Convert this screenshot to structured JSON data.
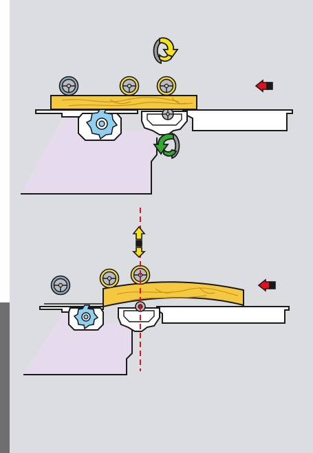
{
  "colors": {
    "page_background": "#ffffff",
    "panel_background": "#dcdde0",
    "left_side_tab": "#6e6e70",
    "machine_body": "#e5dbec",
    "outline": "#1a1a1a",
    "steel_plate": "#ffffff",
    "workpiece_wood": "#f5c842",
    "wood_grain": "#c8951a",
    "pressure_roller_gray_ring": "#8fa7b8",
    "pressure_roller_yellow_ring": "#f1d74a",
    "roller_hub": "#b9bcc0",
    "cutter_head": "#8fd0f0",
    "cutter_hub": "#ffffff",
    "rotation_arrow_yellow": "#f6e21d",
    "rotation_arrow_green": "#33a832",
    "rotation_arrow_gray": "#9c9c9c",
    "feed_arrow_red": "#e3101e",
    "vertical_arrow_yellow": "#f6e21d",
    "center_line_red": "#e3101e"
  },
  "diagrams": [
    {
      "name": "top-view-straight-workpiece",
      "workpiece_shape": "straight",
      "feed_direction": "left",
      "upper_rotation_direction": "clockwise",
      "lower_rotation_direction": "counterclockwise",
      "pressure_rollers": [
        "gray-ring",
        "yellow-ring",
        "yellow-ring"
      ]
    },
    {
      "name": "bottom-view-bowed-workpiece",
      "workpiece_shape": "bowed",
      "feed_direction": "left",
      "vertical_adjustment": "up-down",
      "center_line": "dashed-vertical",
      "pressure_rollers": [
        "gray-ring",
        "yellow-ring",
        "yellow-ring"
      ]
    }
  ]
}
